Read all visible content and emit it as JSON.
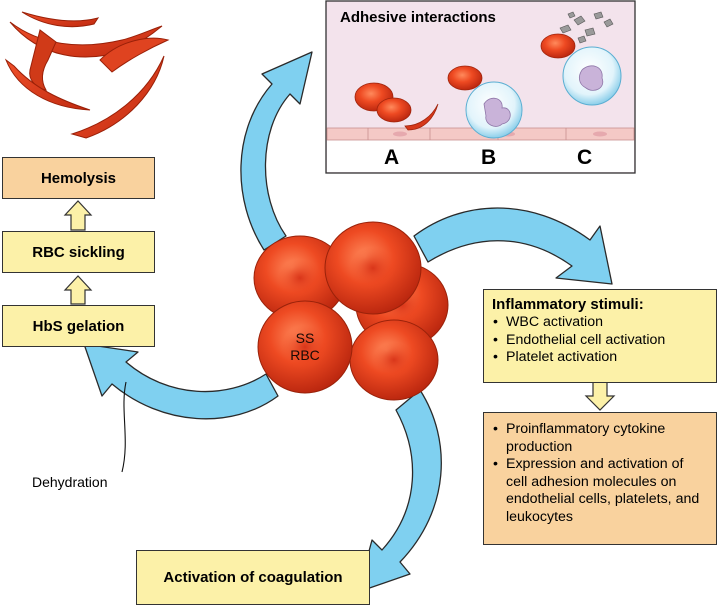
{
  "colors": {
    "yellow_box": "#FCF1A8",
    "orange_box": "#F9D29E",
    "arrow_blue": "#7FD0F0",
    "rbc_red": "#E8401E",
    "panel_bg": "#F3E3EC"
  },
  "icons": [
    "sickle-cell-cluster-icon",
    "ss-rbc-cluster-icon",
    "wbc-icon",
    "platelet-icon",
    "endothelium-icon"
  ],
  "left_chain": {
    "hemolysis": "Hemolysis",
    "rbc_sickling": "RBC sickling",
    "hbs_gelation": "HbS gelation"
  },
  "dehydration": "Dehydration",
  "center": {
    "line1": "SS",
    "line2": "RBC"
  },
  "adhesive": {
    "title": "Adhesive interactions",
    "labels": [
      "A",
      "B",
      "C"
    ]
  },
  "inflammatory": {
    "title": "Inflammatory stimuli:",
    "items": [
      "WBC activation",
      "Endothelial cell activation",
      "Platelet activation"
    ]
  },
  "downstream": {
    "items": [
      "Proinflammatory cytokine production",
      "Expression and activation of cell adhesion molecules on endothelial cells, platelets, and leukocytes"
    ]
  },
  "coagulation": "Activation of coagulation"
}
